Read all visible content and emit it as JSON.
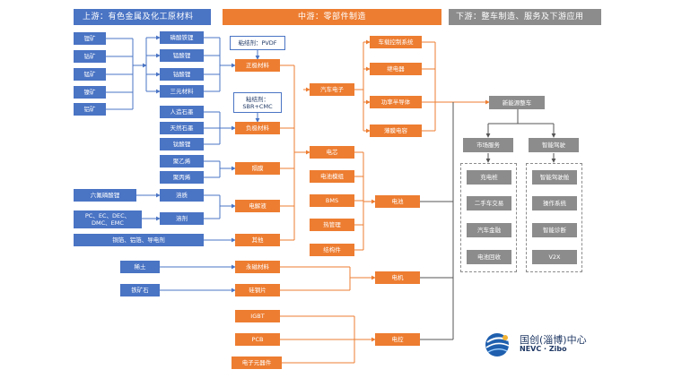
{
  "headers": {
    "upstream": "上游：有色金属及化工原材料",
    "midstream": "中游：零部件制造",
    "downstream": "下游：整车制造、服务及下游应用"
  },
  "upstream": {
    "minerals": [
      "锂矿",
      "钴矿",
      "锰矿",
      "镍矿",
      "铝矿"
    ],
    "cathode_materials": [
      "磷酸铁锂",
      "锰酸锂",
      "钴酸锂",
      "三元材料"
    ],
    "graphites": [
      "人造石墨",
      "天然石墨",
      "钛酸锂"
    ],
    "polymers": [
      "聚乙烯",
      "聚丙烯"
    ],
    "lipf6": "六氟磷酸锂",
    "carbonates": "PC、EC、DEC、\nDMC、EMC",
    "others_raw": "铜箔、铝箔、导电剂",
    "rare_earth": "稀土",
    "iron_ore": "铁矿石"
  },
  "midstream": {
    "cathode_binder": "粘结剂：PVDF",
    "cathode": "正极材料",
    "anode_binder": "粘结剂：\nSBR+CMC",
    "anode": "负极材料",
    "separator": "隔膜",
    "solute": "溶质",
    "solvent": "溶剂",
    "electrolyte": "电解液",
    "others": "其他",
    "magnet": "永磁材料",
    "silicon_steel": "硅钢片",
    "igbt": "IGBT",
    "pcb": "PCB",
    "electronic_components": "电子元器件",
    "cell": "电芯",
    "battery_module": "电池模组",
    "bms": "BMS",
    "thermal": "热管理",
    "structure": "结构件",
    "battery": "电池",
    "motor": "电机",
    "control": "电控",
    "auto_electronics": "汽车电子",
    "vehicle_control": "车载控制系统",
    "relay": "继电器",
    "power_semi": "功率半导体",
    "film_cap": "薄膜电容"
  },
  "downstream": {
    "nev": "新能源整车",
    "market_service": "市场服务",
    "smart_driving": "智能驾驶",
    "services": [
      "充电桩",
      "二手车交易",
      "汽车金融",
      "电池回收"
    ],
    "smart_items": [
      "智能驾驶舱",
      "操作系统",
      "智能诊断",
      "V2X"
    ]
  },
  "logo": {
    "name_zh": "国创(淄博)中心",
    "name_en": "NEVC · Zibo"
  },
  "colors": {
    "upstream": "#4a74c4",
    "midstream": "#ed7d31",
    "downstream": "#8c8c8c"
  }
}
